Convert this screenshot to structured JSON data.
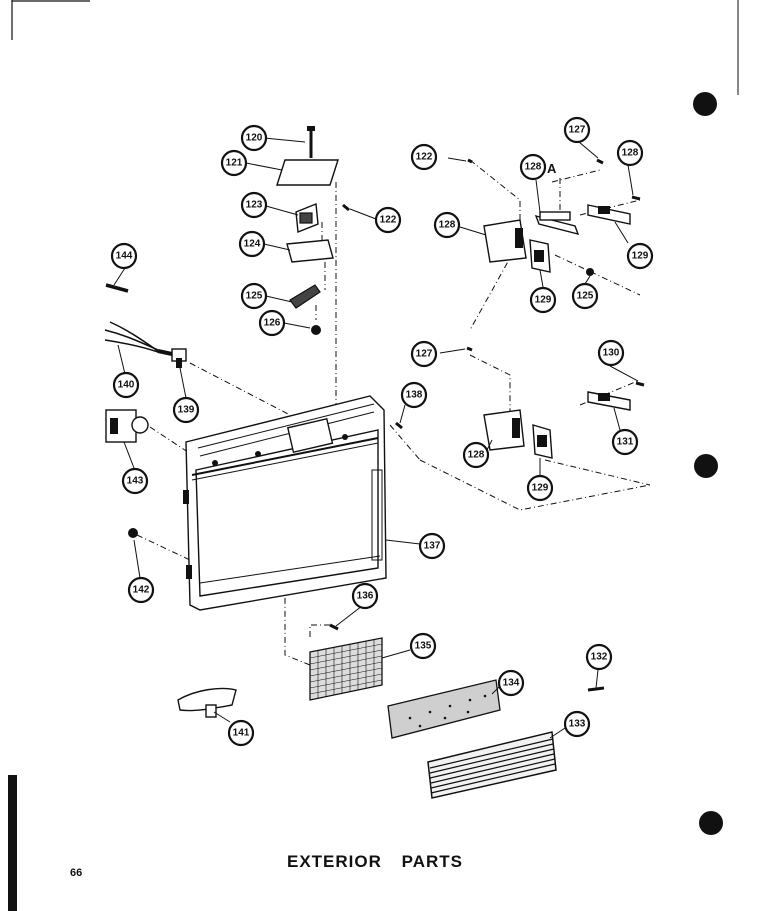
{
  "title": "EXTERIOR PARTS",
  "page_number": "66",
  "marker": "A",
  "callouts": [
    "120",
    "121",
    "122",
    "122",
    "123",
    "124",
    "125",
    "125",
    "126",
    "127",
    "127",
    "128",
    "128",
    "128",
    "129",
    "129",
    "129",
    "130",
    "131",
    "132",
    "133",
    "134",
    "135",
    "136",
    "137",
    "138",
    "139",
    "140",
    "141",
    "142",
    "143",
    "144"
  ],
  "colors": {
    "ink": "#111111",
    "paper": "#ffffff"
  }
}
